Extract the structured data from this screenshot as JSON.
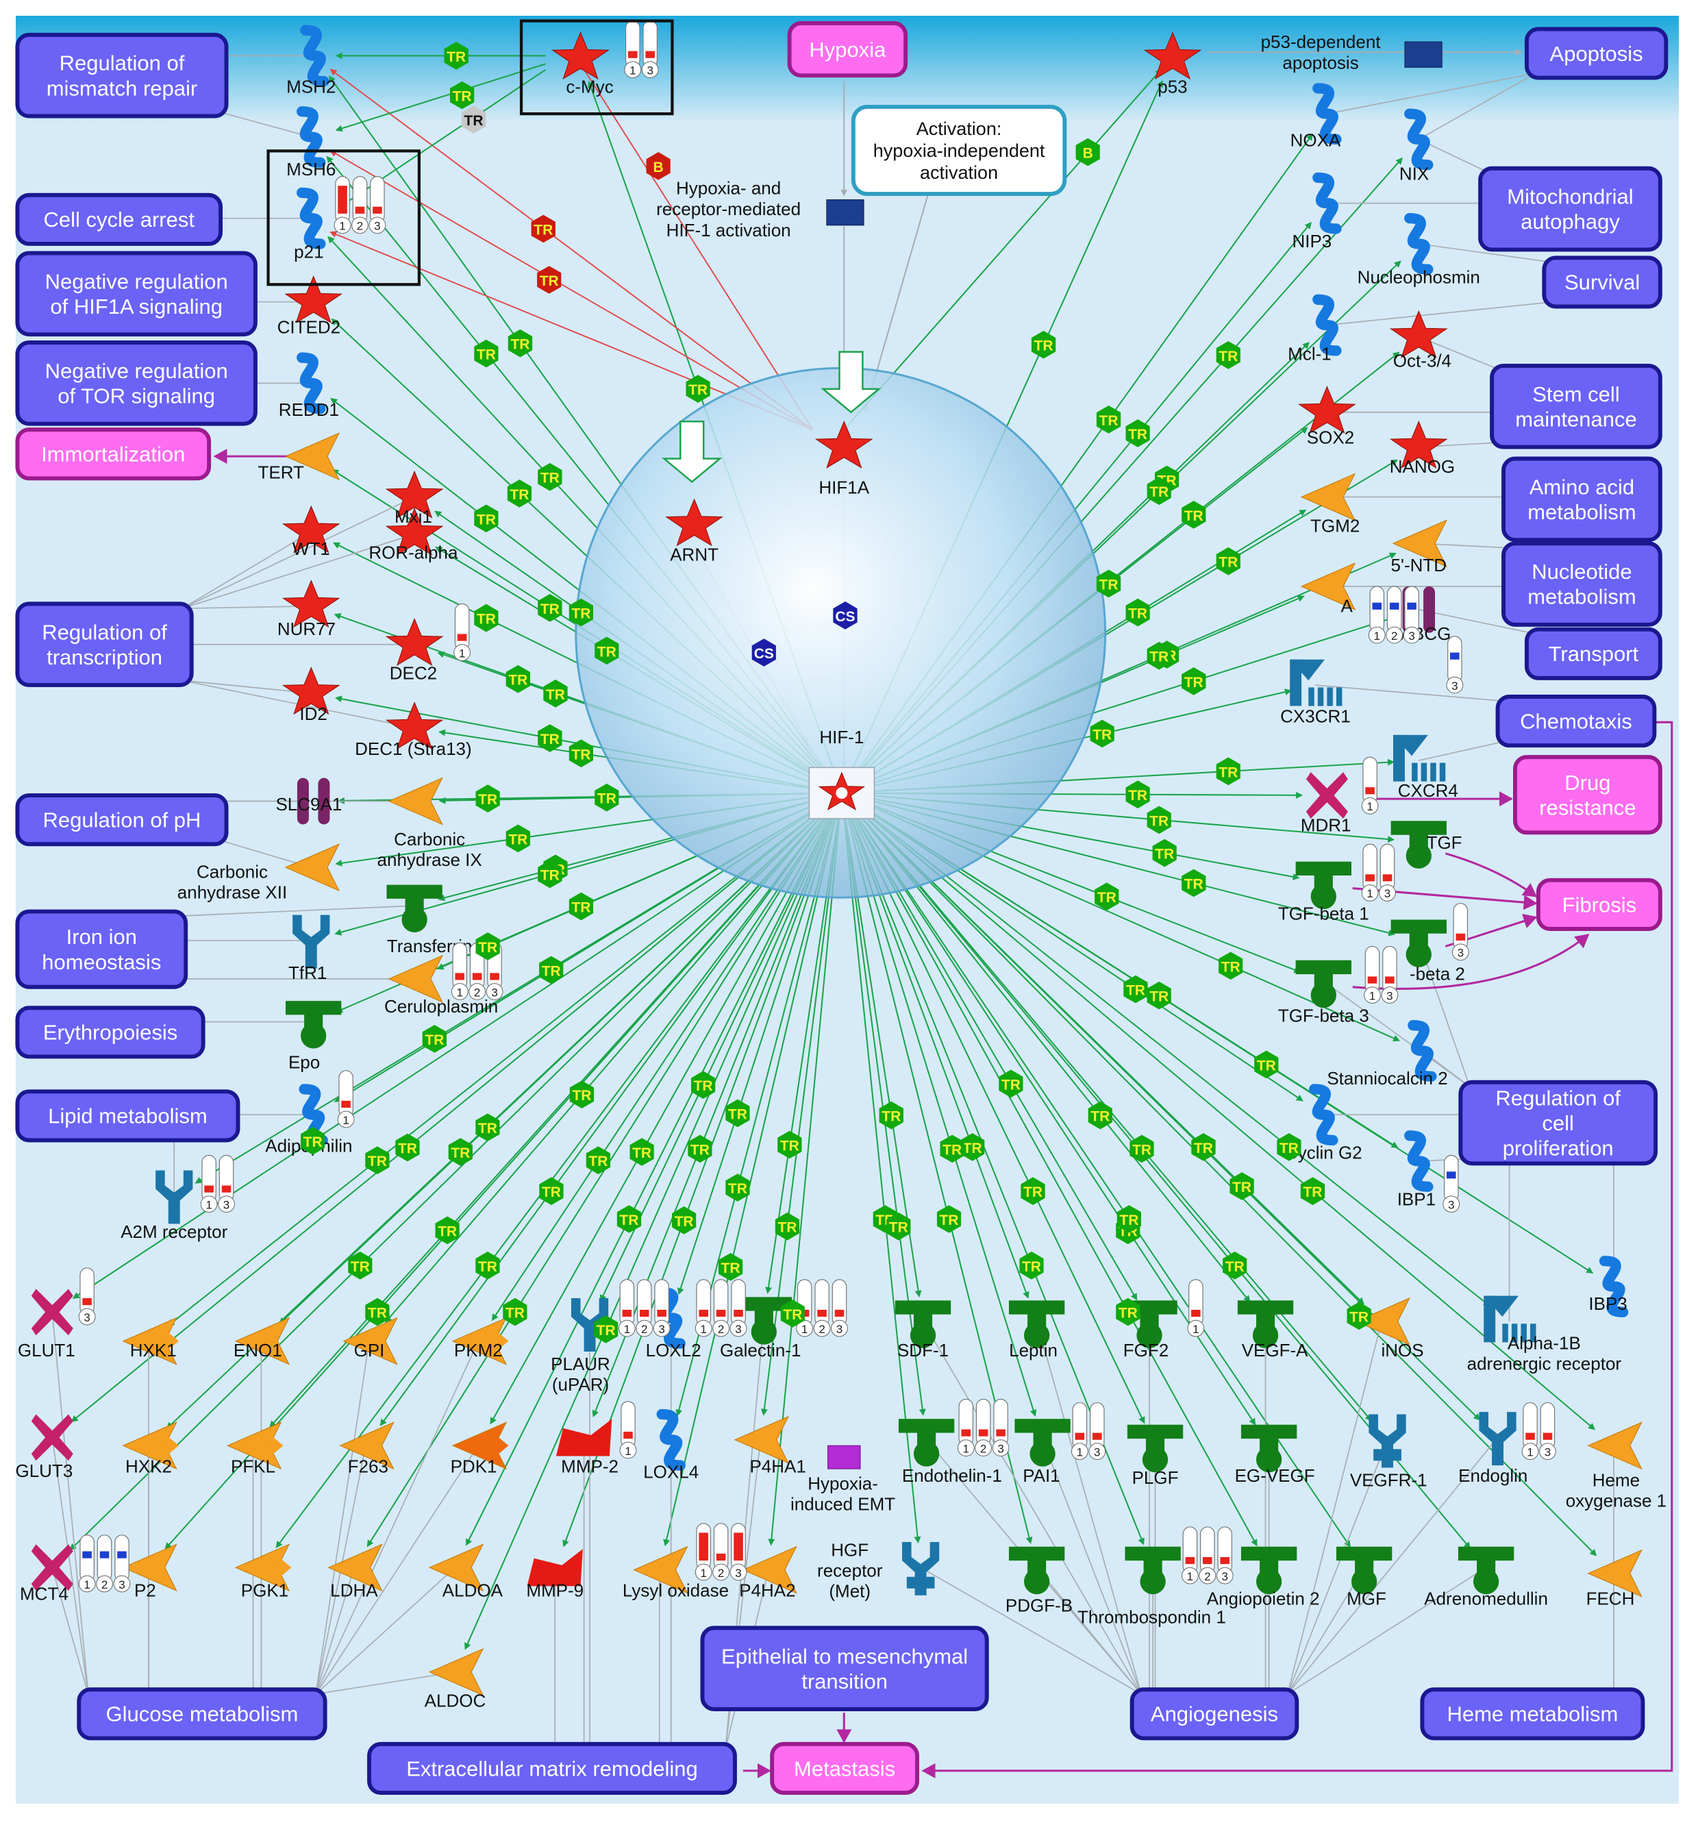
{
  "colors": {
    "background_top": "#19a7dc",
    "background_bottom": "#d6ebf7",
    "process_fill": "#6b63f6",
    "process_stroke": "#1b1890",
    "highlight_fill": "#ff6cf0",
    "highlight_stroke": "#9b1b8c",
    "activation_edge": "#1aa34a",
    "inhibition_edge": "#e24646",
    "neutral_edge": "#a8adb3",
    "magenta_edge": "#b2279f",
    "tr_badge": "#11a90d",
    "tr_text": "#f2f230",
    "cs_badge": "#1c1fa6",
    "b_badge_red": "#cc1b0f",
    "b_badge_green": "#11a90d",
    "tf_red": "#e8231b",
    "enzyme_orange": "#f5a020",
    "ligand_green": "#137f18",
    "protein_blue": "#1679e0",
    "receptor_teal": "#1c75a8",
    "transporter_pink": "#c4206b",
    "sphere": "#bfe0f5"
  },
  "header": {
    "hypoxia": "Hypoxia",
    "activation_note": "Activation: hypoxia-independent activation",
    "hif_activation": "Hypoxia- and receptor-mediated HIF-1 activation",
    "p53_apoptosis": "p53-dependent apoptosis"
  },
  "processes": [
    {
      "key": "mismatch",
      "label": "Regulation of mismatch repair",
      "kind": "process"
    },
    {
      "key": "cellcycle",
      "label": "Cell cycle arrest",
      "kind": "process"
    },
    {
      "key": "hif1a_neg",
      "label": "Negative regulation of HIF1A signaling",
      "kind": "process"
    },
    {
      "key": "tor_neg",
      "label": "Negative regulation of TOR signaling",
      "kind": "process"
    },
    {
      "key": "immortal",
      "label": "Immortalization",
      "kind": "highlight"
    },
    {
      "key": "transcription",
      "label": "Regulation of transcription",
      "kind": "process"
    },
    {
      "key": "ph",
      "label": "Regulation of pH",
      "kind": "process"
    },
    {
      "key": "iron",
      "label": "Iron ion homeostasis",
      "kind": "process"
    },
    {
      "key": "erythro",
      "label": "Erythropoiesis",
      "kind": "process"
    },
    {
      "key": "lipid",
      "label": "Lipid metabolism",
      "kind": "process"
    },
    {
      "key": "glucose",
      "label": "Glucose metabolism",
      "kind": "process"
    },
    {
      "key": "ecm",
      "label": "Extracellular matrix remodeling",
      "kind": "process"
    },
    {
      "key": "emt",
      "label": "Epithelial to mesenchymal transition",
      "kind": "process"
    },
    {
      "key": "metastasis",
      "label": "Metastasis",
      "kind": "highlight"
    },
    {
      "key": "angio",
      "label": "Angiogenesis",
      "kind": "process"
    },
    {
      "key": "heme_met",
      "label": "Heme metabolism",
      "kind": "process"
    },
    {
      "key": "apoptosis",
      "label": "Apoptosis",
      "kind": "process"
    },
    {
      "key": "mito",
      "label": "Mitochondrial autophagy",
      "kind": "process"
    },
    {
      "key": "survival",
      "label": "Survival",
      "kind": "process"
    },
    {
      "key": "stem",
      "label": "Stem cell maintenance",
      "kind": "process"
    },
    {
      "key": "amino",
      "label": "Amino acid metabolism",
      "kind": "process"
    },
    {
      "key": "nucleo",
      "label": "Nucleotide metabolism",
      "kind": "process"
    },
    {
      "key": "transport",
      "label": "Transport",
      "kind": "process"
    },
    {
      "key": "chemo",
      "label": "Chemotaxis",
      "kind": "process"
    },
    {
      "key": "drug",
      "label": "Drug resistance",
      "kind": "highlight"
    },
    {
      "key": "fibrosis",
      "label": "Fibrosis",
      "kind": "highlight"
    },
    {
      "key": "prolif",
      "label": "Regulation of cell proliferation",
      "kind": "process"
    }
  ],
  "nodes": [
    {
      "key": "hif1",
      "label": "HIF-1",
      "type": "complex"
    },
    {
      "key": "hif1a",
      "label": "HIF1A",
      "type": "tf"
    },
    {
      "key": "arnt",
      "label": "ARNT",
      "type": "tf"
    },
    {
      "key": "cmyc",
      "label": "c-Myc",
      "type": "tf"
    },
    {
      "key": "p53",
      "label": "p53",
      "type": "tf"
    },
    {
      "key": "msh2",
      "label": "MSH2",
      "type": "protein"
    },
    {
      "key": "msh6",
      "label": "MSH6",
      "type": "protein"
    },
    {
      "key": "p21",
      "label": "p21",
      "type": "protein"
    },
    {
      "key": "cited2",
      "label": "CITED2",
      "type": "tf"
    },
    {
      "key": "redd1",
      "label": "REDD1",
      "type": "protein"
    },
    {
      "key": "tert",
      "label": "TERT",
      "type": "enzyme"
    },
    {
      "key": "mxi1",
      "label": "Mxi1",
      "type": "tf"
    },
    {
      "key": "wt1",
      "label": "WT1",
      "type": "tf"
    },
    {
      "key": "roralpha",
      "label": "ROR-alpha",
      "type": "tf"
    },
    {
      "key": "nur77",
      "label": "NUR77",
      "type": "tf"
    },
    {
      "key": "dec2",
      "label": "DEC2",
      "type": "tf"
    },
    {
      "key": "id2",
      "label": "ID2",
      "type": "tf"
    },
    {
      "key": "dec1",
      "label": "DEC1 (Stra13)",
      "type": "tf"
    },
    {
      "key": "slc9a1",
      "label": "SLC9A1",
      "type": "channel"
    },
    {
      "key": "ca9",
      "label": "Carbonic anhydrase IX",
      "type": "enzyme"
    },
    {
      "key": "ca12",
      "label": "Carbonic anhydrase XII",
      "type": "enzyme"
    },
    {
      "key": "transferrin",
      "label": "Transferrin",
      "type": "ligand"
    },
    {
      "key": "tfr1",
      "label": "TfR1",
      "type": "receptor"
    },
    {
      "key": "cerulo",
      "label": "Ceruloplasmin",
      "type": "enzyme"
    },
    {
      "key": "epo",
      "label": "Epo",
      "type": "ligand"
    },
    {
      "key": "adipo",
      "label": "Adipophilin",
      "type": "protein"
    },
    {
      "key": "a2m",
      "label": "A2M receptor",
      "type": "receptor"
    },
    {
      "key": "glut1",
      "label": "GLUT1",
      "type": "transporter"
    },
    {
      "key": "glut3",
      "label": "GLUT3",
      "type": "transporter"
    },
    {
      "key": "mct4",
      "label": "MCT4",
      "type": "transporter"
    },
    {
      "key": "hxk1",
      "label": "HXK1",
      "type": "kinase"
    },
    {
      "key": "hxk2",
      "label": "HXK2",
      "type": "kinase"
    },
    {
      "key": "eno1",
      "label": "ENO1",
      "type": "enzyme"
    },
    {
      "key": "pfkl",
      "label": "PFKL",
      "type": "kinase"
    },
    {
      "key": "gpi",
      "label": "GPI",
      "type": "enzyme"
    },
    {
      "key": "f263",
      "label": "F263",
      "type": "enzyme"
    },
    {
      "key": "pkm2",
      "label": "PKM2",
      "type": "kinase"
    },
    {
      "key": "pdk1",
      "label": "PDK1",
      "type": "kinase2"
    },
    {
      "key": "pgk1",
      "label": "PGK1",
      "type": "kinase"
    },
    {
      "key": "ldha",
      "label": "LDHA",
      "type": "enzyme"
    },
    {
      "key": "aldoa",
      "label": "ALDOA",
      "type": "enzyme"
    },
    {
      "key": "aldoc",
      "label": "ALDOC",
      "type": "enzyme"
    },
    {
      "key": "p2",
      "label": "P2",
      "type": "enzyme"
    },
    {
      "key": "plaur",
      "label": "PLAUR (uPAR)",
      "type": "receptor"
    },
    {
      "key": "loxl2",
      "label": "LOXL2",
      "type": "protein"
    },
    {
      "key": "galectin",
      "label": "Galectin-1",
      "type": "ligand"
    },
    {
      "key": "mmp2",
      "label": "MMP-2",
      "type": "protease"
    },
    {
      "key": "loxl4",
      "label": "LOXL4",
      "type": "protein"
    },
    {
      "key": "p4ha1",
      "label": "P4HA1",
      "type": "enzyme"
    },
    {
      "key": "mmp9",
      "label": "MMP-9",
      "type": "protease"
    },
    {
      "key": "lysyl",
      "label": "Lysyl oxidase",
      "type": "enzyme"
    },
    {
      "key": "p4ha2",
      "label": "P4HA2",
      "type": "enzyme"
    },
    {
      "key": "emt_node",
      "label": "Hypoxia-induced EMT",
      "type": "process_node"
    },
    {
      "key": "hgfr",
      "label": "HGF receptor (Met)",
      "type": "receptor_tk"
    },
    {
      "key": "sdf1",
      "label": "SDF-1",
      "type": "ligand"
    },
    {
      "key": "leptin",
      "label": "Leptin",
      "type": "ligand"
    },
    {
      "key": "fgf2",
      "label": "FGF2",
      "type": "ligand"
    },
    {
      "key": "vegfa",
      "label": "VEGF-A",
      "type": "ligand"
    },
    {
      "key": "endothelin",
      "label": "Endothelin-1",
      "type": "ligand"
    },
    {
      "key": "pai1",
      "label": "PAI1",
      "type": "ligand"
    },
    {
      "key": "plgf",
      "label": "PLGF",
      "type": "ligand"
    },
    {
      "key": "egvegf",
      "label": "EG-VEGF",
      "type": "ligand"
    },
    {
      "key": "pdgfb",
      "label": "PDGF-B",
      "type": "ligand"
    },
    {
      "key": "thrombo",
      "label": "Thrombospondin 1",
      "type": "ligand"
    },
    {
      "key": "angiop2",
      "label": "Angiopoietin 2",
      "type": "ligand"
    },
    {
      "key": "mgf",
      "label": "MGF",
      "type": "ligand"
    },
    {
      "key": "adreno",
      "label": "Adrenomedullin",
      "type": "ligand"
    },
    {
      "key": "inos",
      "label": "iNOS",
      "type": "enzyme"
    },
    {
      "key": "vegfr1",
      "label": "VEGFR-1",
      "type": "receptor_tk"
    },
    {
      "key": "endoglin",
      "label": "Endoglin",
      "type": "receptor"
    },
    {
      "key": "alpha1b",
      "label": "Alpha-1B adrenergic receptor",
      "type": "gpcr"
    },
    {
      "key": "ibp3",
      "label": "IBP3",
      "type": "protein"
    },
    {
      "key": "heme_ox",
      "label": "Heme oxygenase 1",
      "type": "enzyme"
    },
    {
      "key": "fech",
      "label": "FECH",
      "type": "enzyme"
    },
    {
      "key": "ibp1",
      "label": "IBP1",
      "type": "protein"
    },
    {
      "key": "cyclin_g2",
      "label": "Cyclin G2",
      "type": "protein"
    },
    {
      "key": "stanniocalcin",
      "label": "Stanniocalcin 2",
      "type": "protein"
    },
    {
      "key": "tgfb3",
      "label": "TGF-beta 3",
      "type": "ligand"
    },
    {
      "key": "tgfb2",
      "label": "-beta 2",
      "type": "ligand"
    },
    {
      "key": "tgfb1",
      "label": "TGF-beta 1",
      "type": "ligand"
    },
    {
      "key": "tgf",
      "label": "TGF",
      "type": "ligand"
    },
    {
      "key": "mdr1",
      "label": "MDR1",
      "type": "transporter"
    },
    {
      "key": "cxcr4",
      "label": "CXCR4",
      "type": "gpcr"
    },
    {
      "key": "cx3cr1",
      "label": "CX3CR1",
      "type": "gpcr"
    },
    {
      "key": "abcg",
      "label": "ABCG",
      "type": "channel"
    },
    {
      "key": "a_enzyme",
      "label": "A",
      "type": "enzyme"
    },
    {
      "key": "ntd",
      "label": "5'-NTD",
      "type": "enzyme"
    },
    {
      "key": "tgm2",
      "label": "TGM2",
      "type": "enzyme"
    },
    {
      "key": "nanog",
      "label": "NANOG",
      "type": "tf"
    },
    {
      "key": "sox2",
      "label": "SOX2",
      "type": "tf"
    },
    {
      "key": "oct34",
      "label": "Oct-3/4",
      "type": "tf"
    },
    {
      "key": "mcl1",
      "label": "Mcl-1",
      "type": "protein"
    },
    {
      "key": "nucleophosmin",
      "label": "Nucleophosmin",
      "type": "protein"
    },
    {
      "key": "nip3",
      "label": "NIP3",
      "type": "protein"
    },
    {
      "key": "nix",
      "label": "NIX",
      "type": "protein"
    },
    {
      "key": "noxa",
      "label": "NOXA",
      "type": "protein"
    }
  ],
  "badges": {
    "tr": "TR",
    "cs": "CS",
    "b": "B"
  },
  "thermo_digits": [
    "1",
    "2",
    "3"
  ]
}
